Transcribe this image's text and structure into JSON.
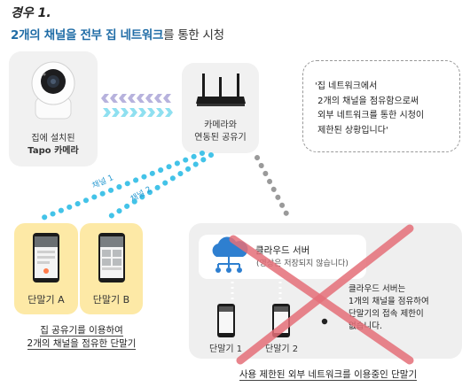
{
  "header": {
    "case_title": "경우 1.",
    "subtitle_highlight": "2개의 채널을 전부 집 네트워크",
    "subtitle_rest": "를 통한 시청"
  },
  "camera": {
    "label_line1": "집에 설치된",
    "label_line2": "Tapo 카메라"
  },
  "router": {
    "label_line1": "카메라와",
    "label_line2": "연동된 공유기"
  },
  "note": {
    "text": "'집 네트워크에서\n 2개의 채널을 점유함으로써\n 외부 네트워크를 통한 시청이\n 제한된 상황입니다'"
  },
  "channels": {
    "ch1": "채널 1",
    "ch2": "채널 2"
  },
  "phones": {
    "a_label": "단말기 A",
    "b_label": "단말기 B",
    "caption_line1": "집 공유기를 이용하여",
    "caption_line2": "2개의 채널을 점유한 단말기"
  },
  "external": {
    "cloud_title": "클라우드 서버",
    "cloud_sub": "(영상은 저장되지 않습니다)",
    "phone1_label": "단말기 1",
    "phone2_label": "단말기 2",
    "server_note": "클라우드 서버는\n1개의 채널을 점유하여\n단말기의 접속 제한이\n없습니다.",
    "caption": "사용 제한된 외부 네트워크를 이용중인 단말기"
  },
  "colors": {
    "accent_blue": "#1f6ca6",
    "cyan": "#43c3e8",
    "lavender": "#b7b2dd",
    "phone_card": "#fde9a6",
    "cross_red": "#e46f78",
    "dot_gray": "#9a9a9a"
  }
}
